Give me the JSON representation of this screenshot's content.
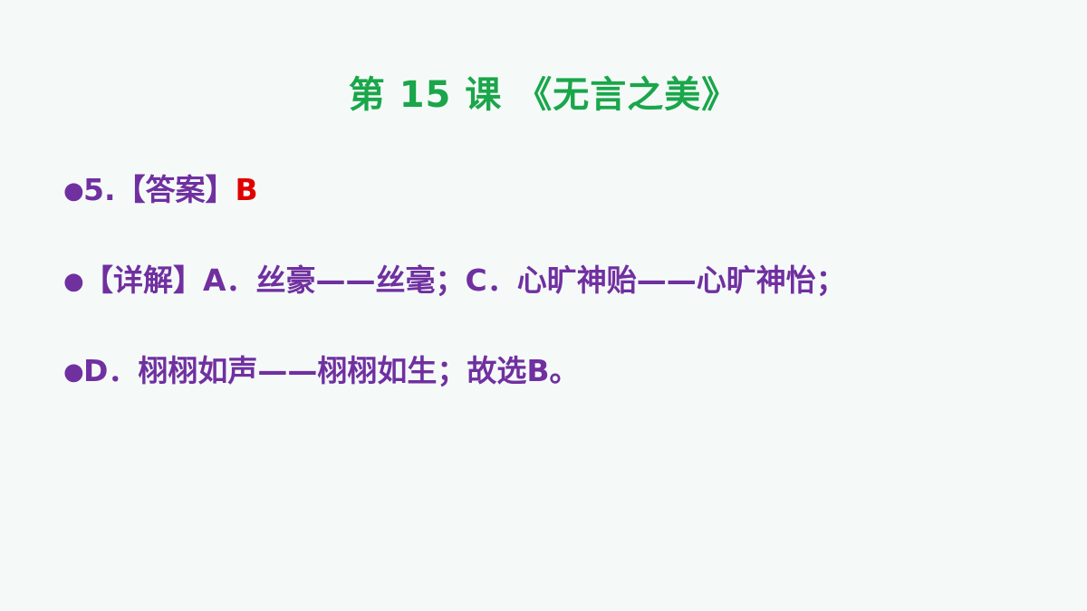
{
  "title": "第 15 课 《无言之美》",
  "items": [
    {
      "bullet": "●",
      "text": "5.【答案】",
      "answer": "B"
    },
    {
      "bullet": "●",
      "text": "【详解】A．丝豪——丝毫；C．心旷神贻——心旷神怡；"
    },
    {
      "bullet": "●",
      "text": "D．栩栩如声——栩栩如生；故选B。"
    }
  ],
  "colors": {
    "title": "#1aa64a",
    "body": "#7030a0",
    "answer": "#e00000",
    "background": "#f5faf9"
  }
}
